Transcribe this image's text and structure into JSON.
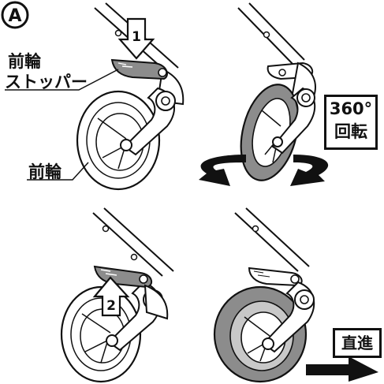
{
  "panel_letter": "A",
  "labels": {
    "front_stopper_line1": "前輪",
    "front_stopper_line2": "ストッパー",
    "front_wheel": "前輪"
  },
  "steps": {
    "step1": "1",
    "step2": "2"
  },
  "badges": {
    "rotation_value": "360°",
    "rotation_text": "回転",
    "straight": "直進"
  },
  "colors": {
    "ink": "#111111",
    "wheel_gray": "#8c8c8c",
    "wheel_light": "#c8c8c8",
    "background": "#ffffff"
  }
}
